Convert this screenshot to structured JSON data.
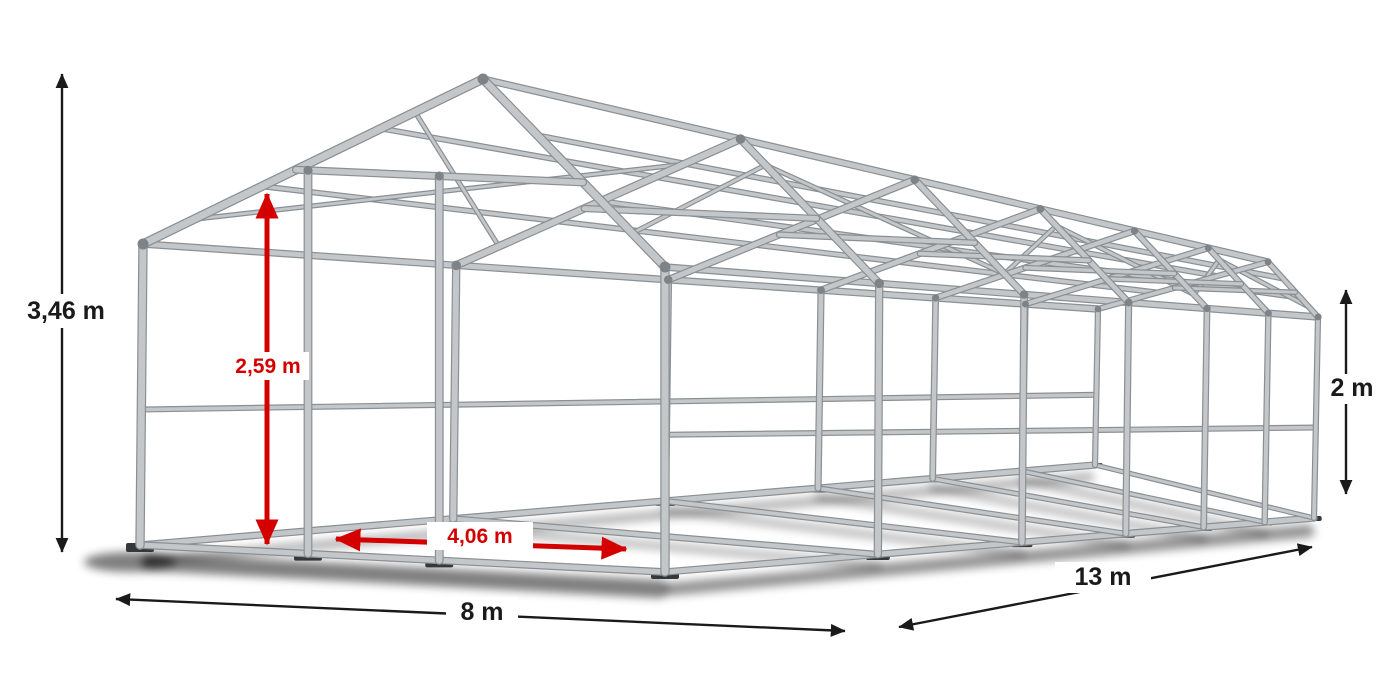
{
  "page": {
    "background": "#ffffff"
  },
  "diagram": {
    "name": "tent-frame-dimensions",
    "unit": "m",
    "dimensions": {
      "total_height": {
        "label": "3,46 m",
        "value": 3.46
      },
      "clearance_height": {
        "label": "2,59 m",
        "value": 2.59
      },
      "entrance_width": {
        "label": "4,06 m",
        "value": 4.06
      },
      "width": {
        "label": "8 m",
        "value": 8
      },
      "length": {
        "label": "13 m",
        "value": 13
      },
      "side_height": {
        "label": "2 m",
        "value": 2
      }
    },
    "structure": {
      "frames": 7,
      "bays": 6
    },
    "colors": {
      "primary_dimension": "#1a1a1a",
      "highlight_dimension": "#d40000",
      "tube_light": "#c3c7ca",
      "tube_dark": "#8a8f93",
      "fitting": "#7e8387",
      "foot_plate": "#35383b",
      "shadow": "#000000",
      "label_background": "#ffffff"
    }
  }
}
